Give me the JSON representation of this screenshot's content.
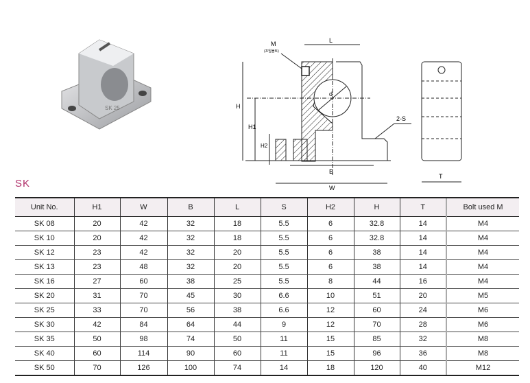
{
  "drawing": {
    "labels": {
      "L": "L",
      "M": "M",
      "M_note": "(조임볼트)",
      "H": "H",
      "H1": "H1",
      "H2": "H2",
      "d": "d",
      "S": "2-S",
      "B": "B",
      "W": "W",
      "T": "T"
    },
    "photo_marking": "SK 25"
  },
  "series_title": "SK",
  "table": {
    "headers": [
      "Unit No.",
      "H1",
      "W",
      "B",
      "L",
      "S",
      "H2",
      "H",
      "T",
      "Bolt used M"
    ],
    "rows": [
      [
        "SK 08",
        "20",
        "42",
        "32",
        "18",
        "5.5",
        "6",
        "32.8",
        "14",
        "M4"
      ],
      [
        "SK 10",
        "20",
        "42",
        "32",
        "18",
        "5.5",
        "6",
        "32.8",
        "14",
        "M4"
      ],
      [
        "SK 12",
        "23",
        "42",
        "32",
        "20",
        "5.5",
        "6",
        "38",
        "14",
        "M4"
      ],
      [
        "SK 13",
        "23",
        "48",
        "32",
        "20",
        "5.5",
        "6",
        "38",
        "14",
        "M4"
      ],
      [
        "SK 16",
        "27",
        "60",
        "38",
        "25",
        "5.5",
        "8",
        "44",
        "16",
        "M4"
      ],
      [
        "SK 20",
        "31",
        "70",
        "45",
        "30",
        "6.6",
        "10",
        "51",
        "20",
        "M5"
      ],
      [
        "SK 25",
        "33",
        "70",
        "56",
        "38",
        "6.6",
        "12",
        "60",
        "24",
        "M6"
      ],
      [
        "SK 30",
        "42",
        "84",
        "64",
        "44",
        "9",
        "12",
        "70",
        "28",
        "M6"
      ],
      [
        "SK 35",
        "50",
        "98",
        "74",
        "50",
        "11",
        "15",
        "85",
        "32",
        "M8"
      ],
      [
        "SK 40",
        "60",
        "114",
        "90",
        "60",
        "11",
        "15",
        "96",
        "36",
        "M8"
      ],
      [
        "SK 50",
        "70",
        "126",
        "100",
        "74",
        "14",
        "18",
        "120",
        "40",
        "M12"
      ]
    ]
  }
}
